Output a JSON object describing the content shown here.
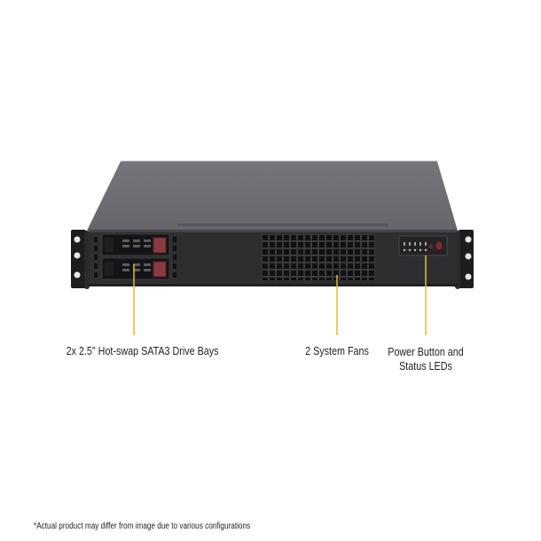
{
  "diagram": {
    "subject": "1U rackmount server chassis front view",
    "colors": {
      "callout_line": "#e8b923",
      "chassis_top": "#6e6c73",
      "chassis_front": "#2e2e31",
      "drive_latch": "#8a3b42",
      "background": "#ffffff"
    },
    "callouts": [
      {
        "id": "drive-bays",
        "label": "2x 2.5\" Hot-swap  SATA3 Drive Bays"
      },
      {
        "id": "fans",
        "label": "2 System Fans"
      },
      {
        "id": "power",
        "label_line1": "Power Button and",
        "label_line2": "Status LEDs"
      }
    ],
    "footnote": "*Actual product may differ from image due to various configurations"
  }
}
